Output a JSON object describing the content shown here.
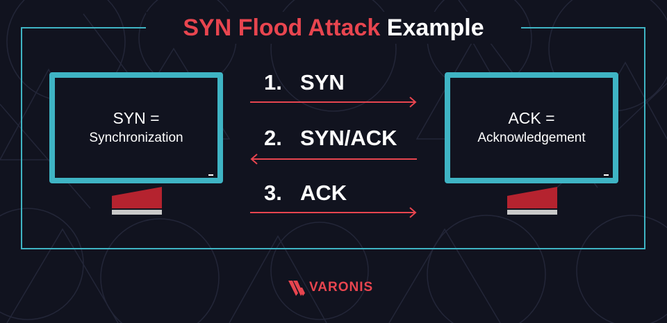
{
  "title": {
    "accent": "SYN Flood Attack",
    "plain": "Example"
  },
  "left_monitor": {
    "line1": "SYN =",
    "line2": "Synchronization"
  },
  "right_monitor": {
    "line1": "ACK =",
    "line2": "Acknowledgement"
  },
  "steps": [
    {
      "number": "1.",
      "label": "SYN",
      "direction": "right"
    },
    {
      "number": "2.",
      "label": "SYN/ACK",
      "direction": "left"
    },
    {
      "number": "3.",
      "label": "ACK",
      "direction": "right"
    }
  ],
  "logo": {
    "text": "VARONIS"
  },
  "colors": {
    "background": "#11131f",
    "accent_red": "#e8454f",
    "teal": "#3fb4c4",
    "stand_red": "#b5232f",
    "stand_gray": "#c9c9c9",
    "text": "#ffffff"
  }
}
